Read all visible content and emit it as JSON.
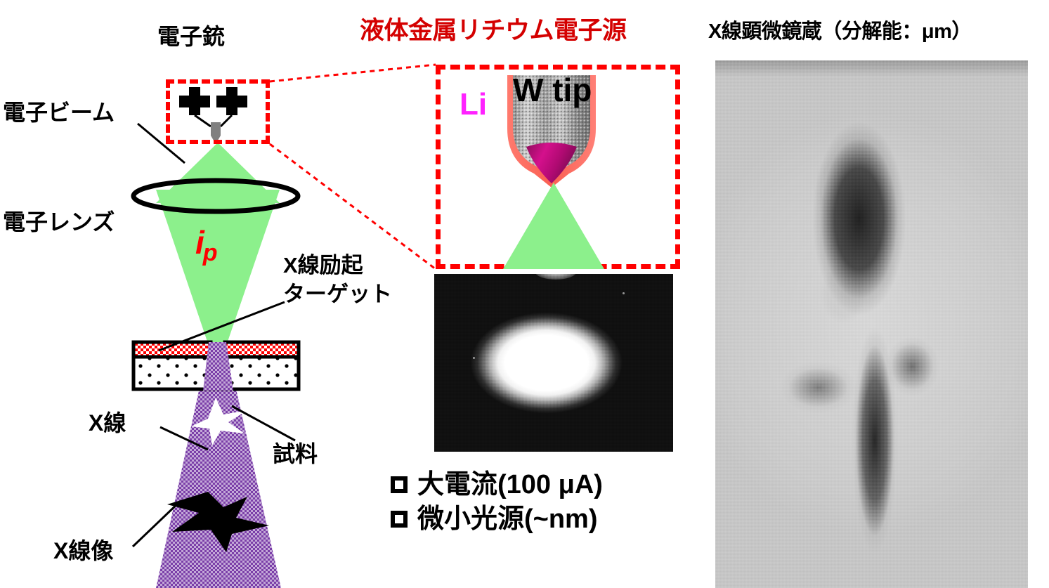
{
  "figure": {
    "type": "scientific-schematic",
    "background_color": "#ffffff"
  },
  "panels": {
    "left_schematic": {
      "name": "x-ray-microscope-schematic",
      "labels": {
        "electron_gun": "電子銃",
        "electron_beam": "電子ビーム",
        "electron_lens": "電子レンズ",
        "probe_current": {
          "symbol": "i",
          "subscript": "p",
          "color": "#ff0000"
        },
        "xray_target": "X線励起\nターゲット",
        "xray_target_line1": "X線励起",
        "xray_target_line2": "ターゲット",
        "xray": "X線",
        "sample": "試料",
        "xray_image": "X線像"
      },
      "colors": {
        "electron_beam": "#8cf08c",
        "xray_cone": "#7b3fa8",
        "target_top_layer": "#ff0000",
        "callout_box": "#ff0000"
      }
    },
    "center_source": {
      "name": "liquid-metal-lithium-electron-source",
      "title": "液体金属リチウム電子源",
      "title_color": "#d40000",
      "inset_labels": {
        "lithium": "Li",
        "lithium_color": "#ff22ff",
        "tungsten_tip": "W tip"
      },
      "photo_caption": "",
      "bullets": [
        "大電流(100 μA)",
        "微小光源(~nm)"
      ],
      "bullet_glyph": "hollow-square"
    },
    "right_image": {
      "name": "x-ray-microscope-image",
      "title": "X線顕微鏡蔵（分解能：μm）",
      "title_plain": "X線顕微鏡蔵(分解能:μm)"
    }
  }
}
